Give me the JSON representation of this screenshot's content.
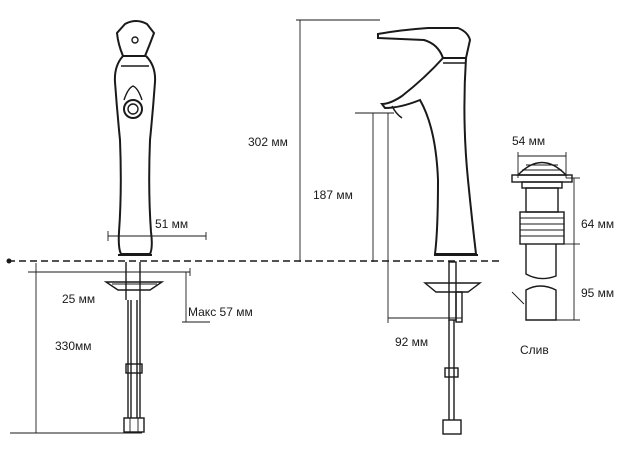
{
  "dimensions": {
    "total_height": "302 мм",
    "spout_height": "187 мм",
    "handle_offset": "51 мм",
    "hose_offset": "25 мм",
    "hose_length": "330мм",
    "max_counter": "Макс 57 мм",
    "reach": "92 мм",
    "drain_diameter": "54 мм",
    "drain_top": "64 мм",
    "drain_bottom": "95 мм"
  },
  "drain_label": "Слив"
}
